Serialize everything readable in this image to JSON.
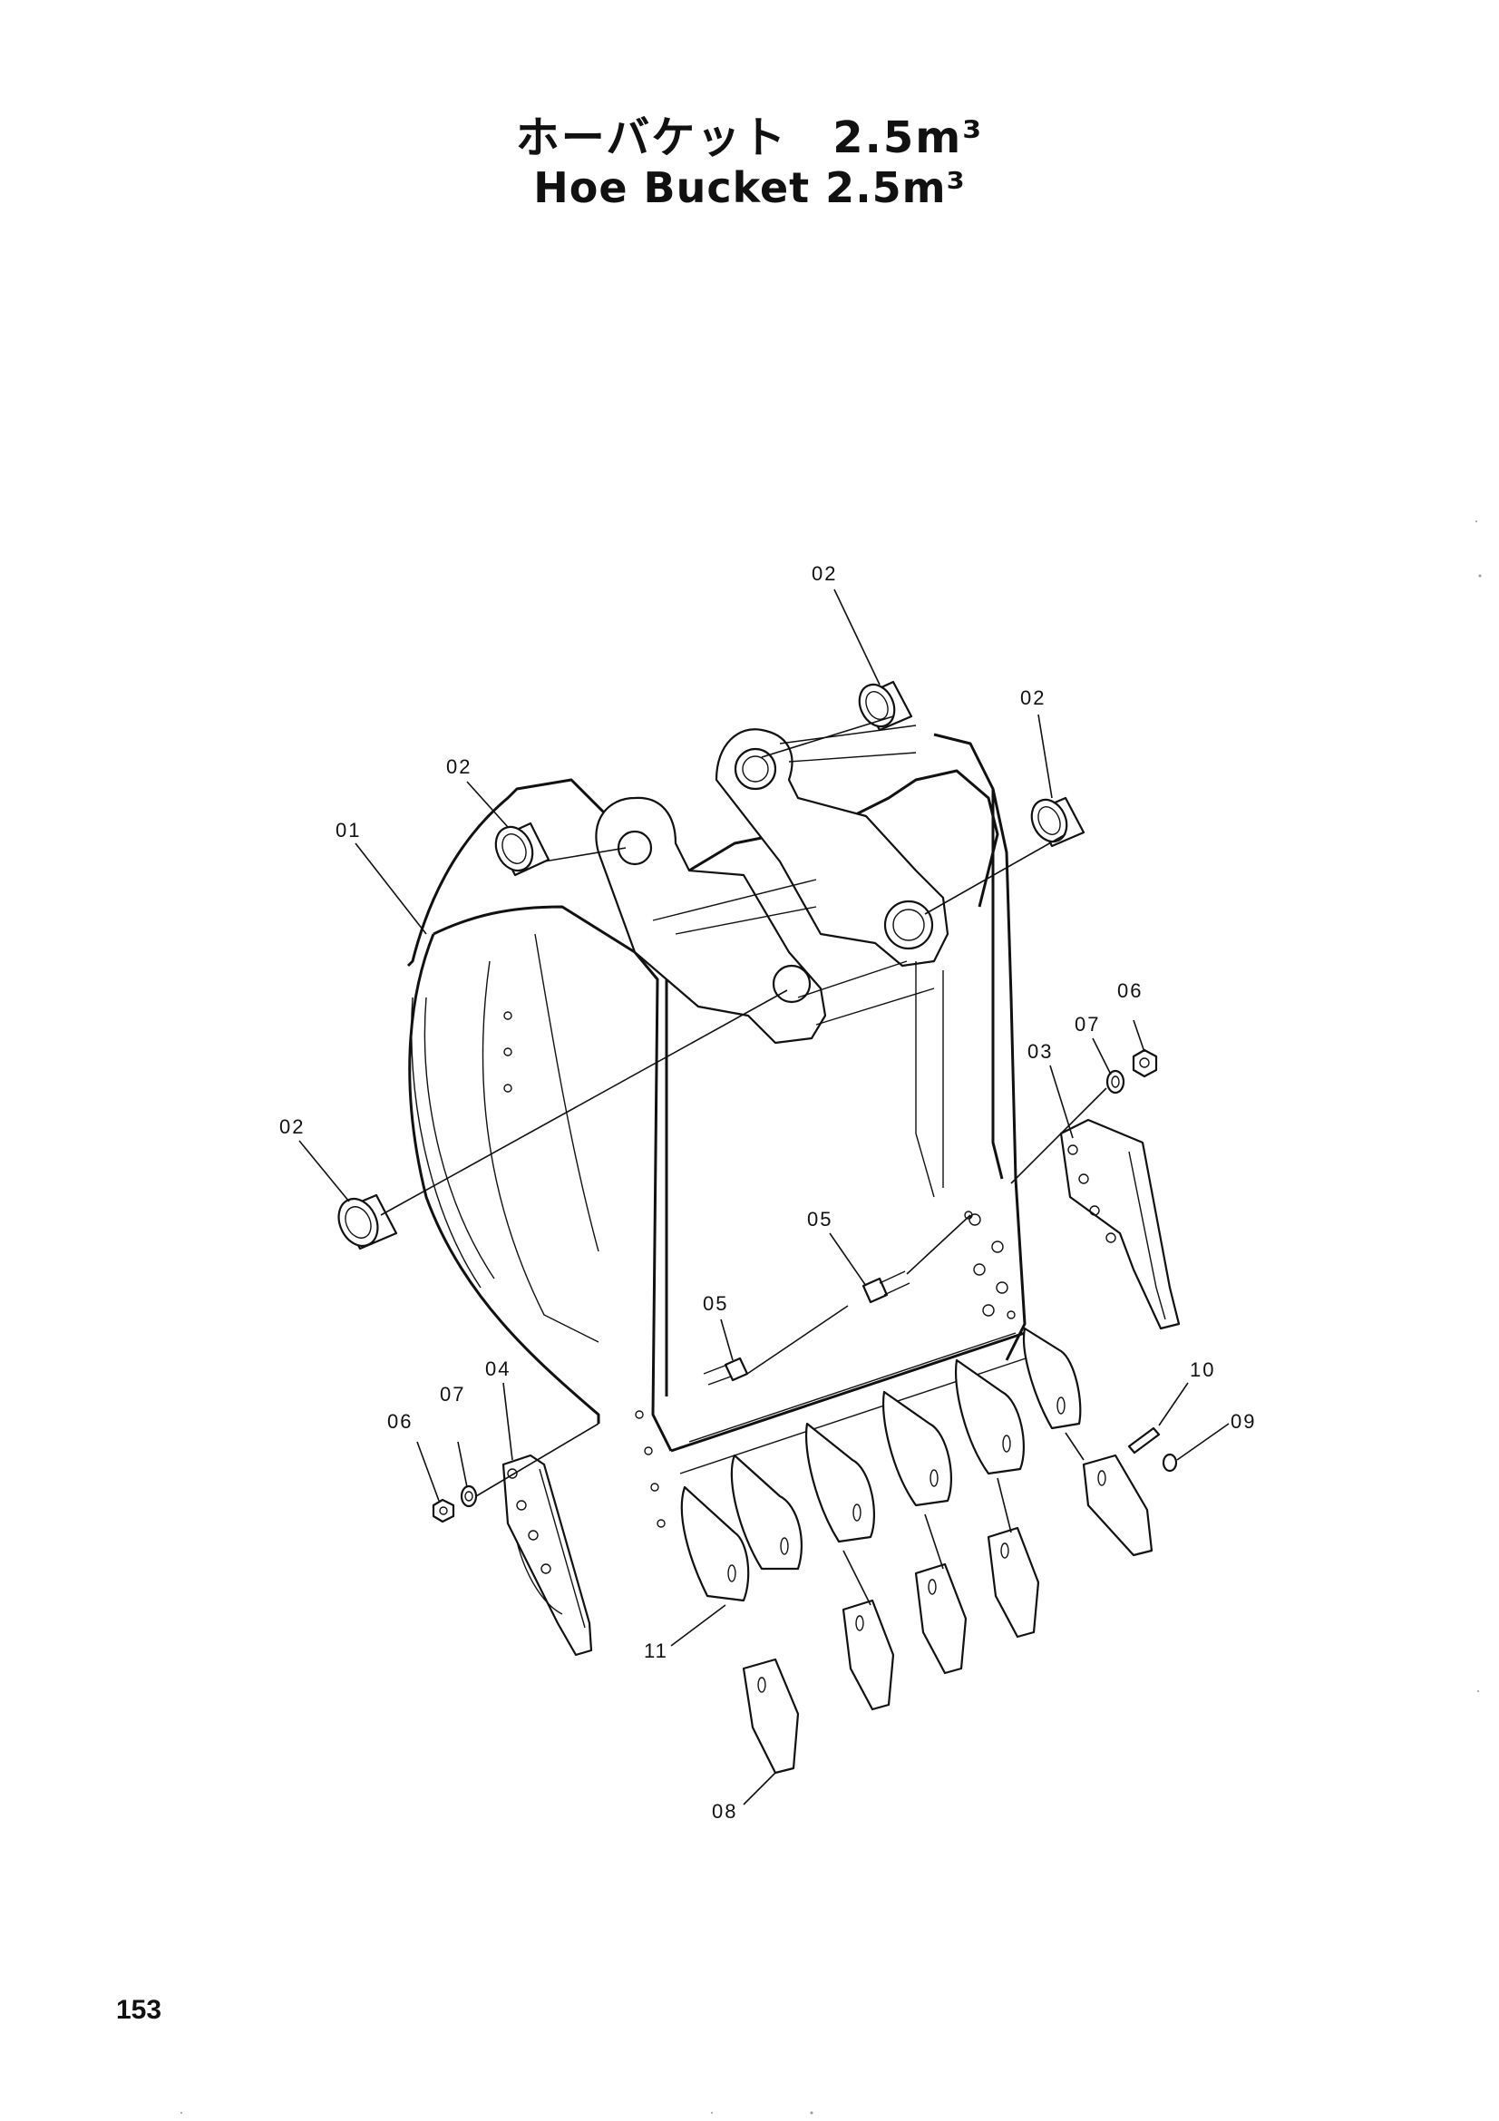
{
  "title": {
    "japanese": "ホーバケット　2.5m³",
    "english": "Hoe Bucket 2.5m³"
  },
  "page_number": "153",
  "diagram": {
    "part_labels": {
      "bushing_upper_center": "02",
      "bushing_upper_right": "02",
      "bushing_upper_left": "02",
      "bucket_body": "01",
      "bushing_lower_left": "02",
      "side_cutter_right": "03",
      "washer_right": "07",
      "nut_right": "06",
      "bolt_upper": "05",
      "bolt_lower": "05",
      "side_cutter_left": "04",
      "washer_left": "07",
      "nut_left": "06",
      "tooth_pin": "10",
      "lock": "09",
      "adapter": "11",
      "tooth_point": "08"
    }
  }
}
